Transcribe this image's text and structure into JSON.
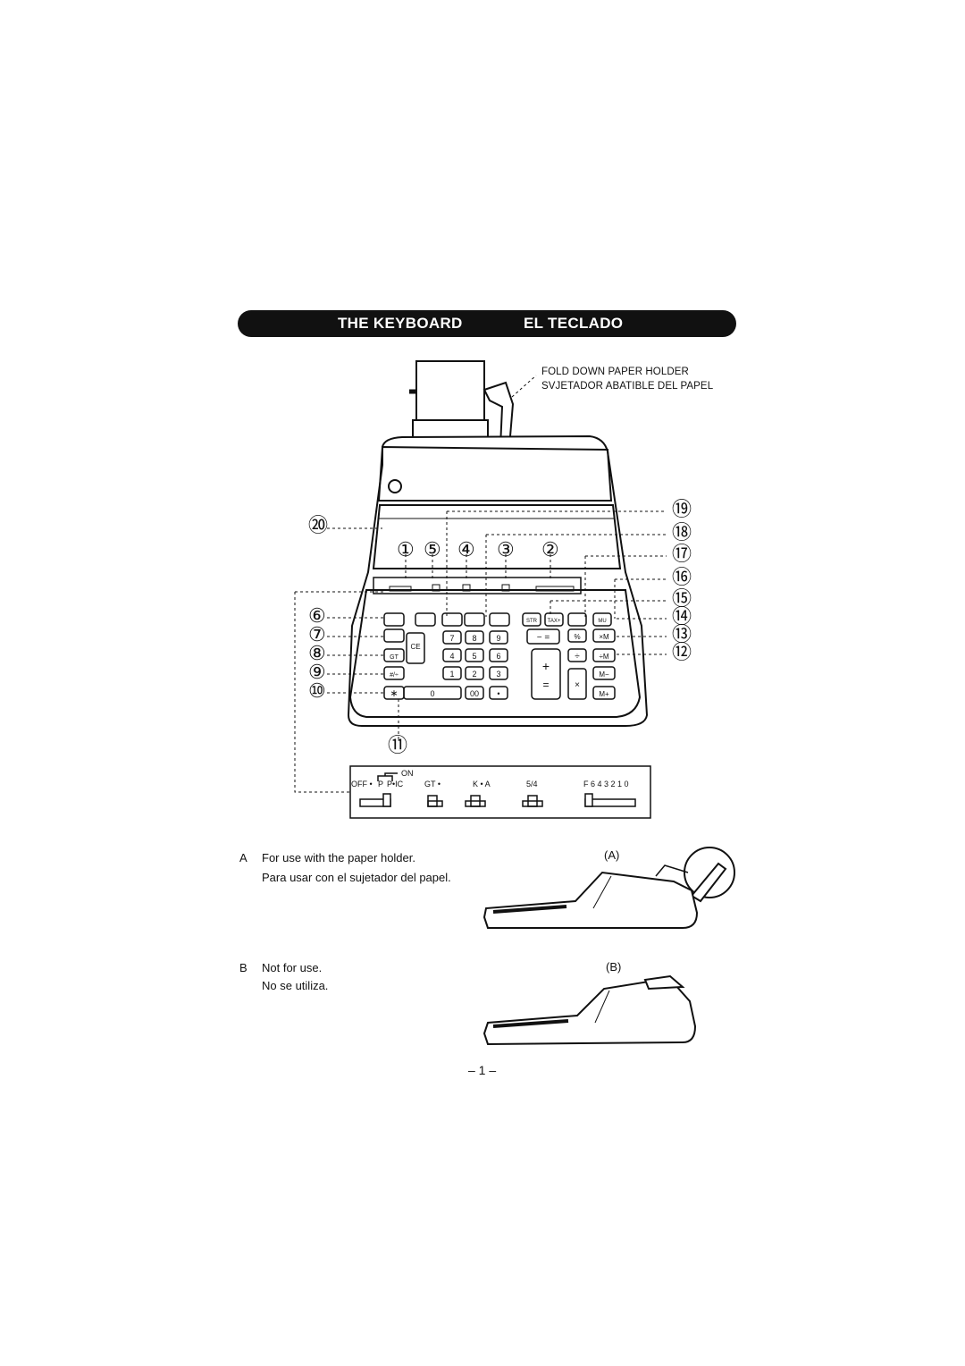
{
  "header": {
    "title_en": "THE KEYBOARD",
    "title_es": "EL TECLADO"
  },
  "callout": {
    "line1": "FOLD DOWN PAPER HOLDER",
    "line2": "SVJETADOR ABATIBLE DEL PAPEL"
  },
  "numbers": {
    "n1": "①",
    "n2": "②",
    "n3": "③",
    "n4": "④",
    "n5": "⑤",
    "n6": "⑥",
    "n7": "⑦",
    "n8": "⑧",
    "n9": "⑨",
    "n10": "⑩",
    "n11": "⑪",
    "n12": "⑫",
    "n13": "⑬",
    "n14": "⑭",
    "n15": "⑮",
    "n16": "⑯",
    "n17": "⑰",
    "n18": "⑱",
    "n19": "⑲",
    "n20": "⑳"
  },
  "keys": {
    "k7": "7",
    "k8": "8",
    "k9": "9",
    "k4": "4",
    "k5": "5",
    "k6": "6",
    "k1": "1",
    "k2": "2",
    "k3": "3",
    "k0": "0",
    "k00": "00",
    "kdot": "•",
    "ce": "CE",
    "gt": "GT",
    "str": "STR",
    "tax": "TAX+",
    "mu": "MU",
    "pct": "%",
    "xm": "×M",
    "div": "÷",
    "dm": "÷M",
    "mminus": "M−",
    "mplus": "M+",
    "times": "×",
    "plus": "+",
    "equals": "=",
    "minuseq": "− =",
    "star": "∗",
    "hashdiv": "#/÷"
  },
  "selector_panel": {
    "on_label": "ON",
    "off_label": "OFF •",
    "p_label": "P",
    "pic_label": "P•IC",
    "gt_label": "GT •",
    "ka_label": "K • A",
    "round_label": "5/4",
    "decimal_label": "F 6 4 3 2 1 0"
  },
  "notes": {
    "a_letter": "A",
    "a_en": "For use with the paper holder.",
    "a_es": "Para usar con el sujetador del papel.",
    "b_letter": "B",
    "b_en": "Not for use.",
    "b_es": "No se utiliza.",
    "fig_a": "(A)",
    "fig_b": "(B)"
  },
  "page_number": "– 1 –"
}
